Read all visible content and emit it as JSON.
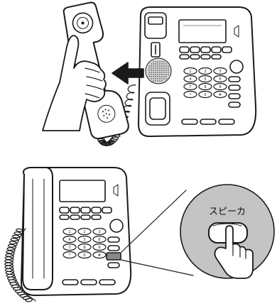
{
  "callout": {
    "label": "スピーカ"
  },
  "keypad": {
    "keys": [
      "1",
      "2",
      "3",
      "4",
      "5",
      "6",
      "7",
      "8",
      "9",
      "*",
      "0",
      "#"
    ]
  },
  "colors": {
    "line": "#1a1a1a",
    "panel_gray": "#c8c8c8",
    "callout_gray": "#c4c4c4",
    "arrow": "#1a1a1a",
    "background": "#ffffff"
  }
}
